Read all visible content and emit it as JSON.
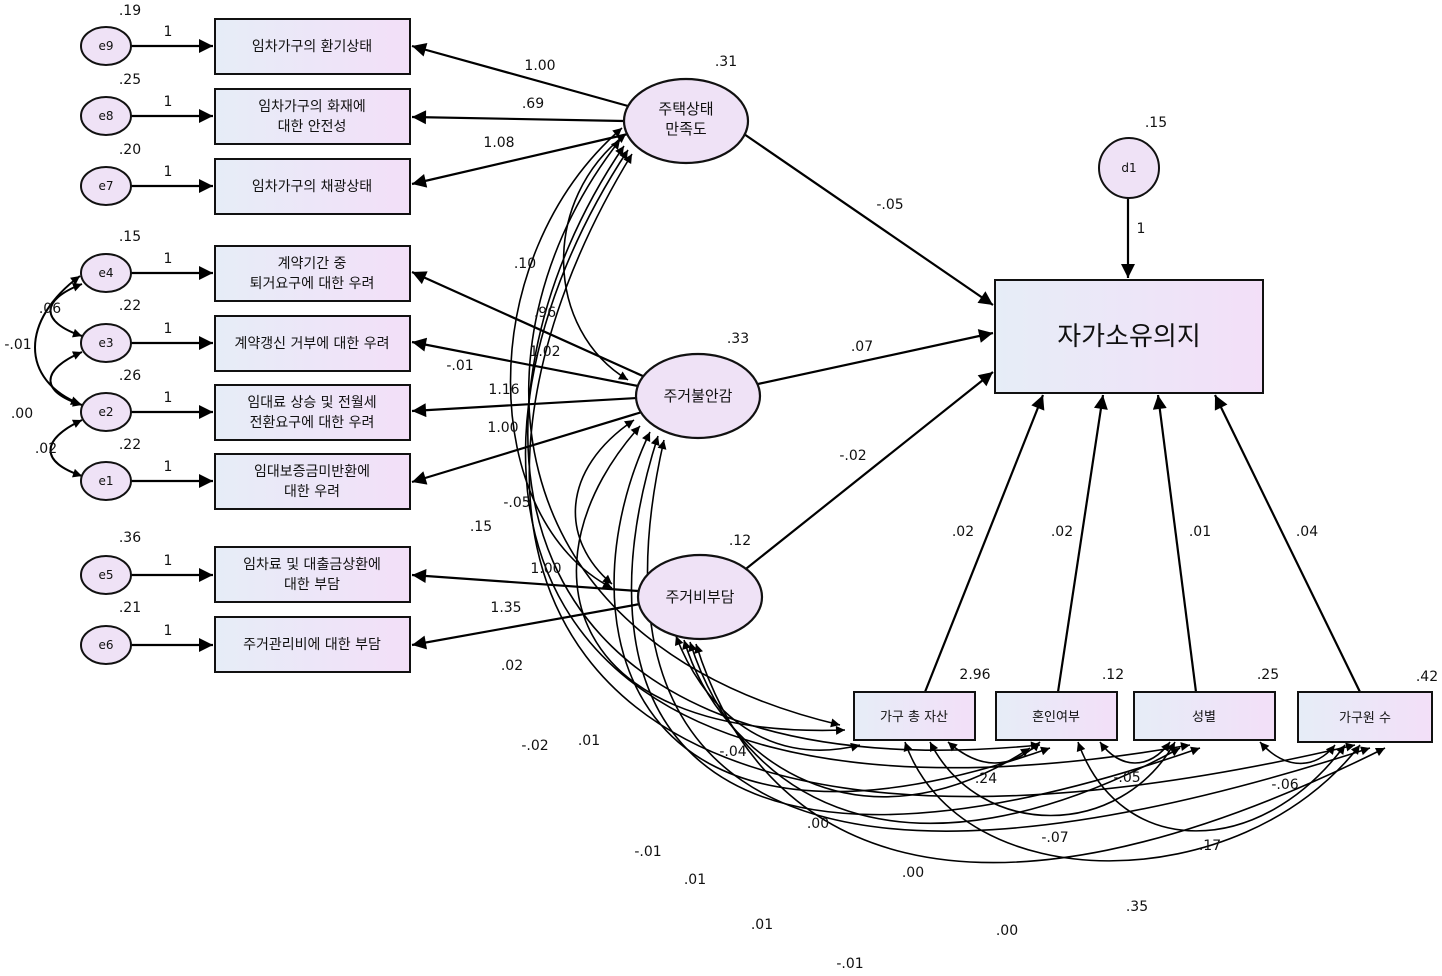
{
  "observed": [
    {
      "id": "x9",
      "label": [
        "임차가구의 환기상태"
      ]
    },
    {
      "id": "x8",
      "label": [
        "임차가구의 화재에",
        "대한 안전성"
      ]
    },
    {
      "id": "x7",
      "label": [
        "임차가구의 채광상태"
      ]
    },
    {
      "id": "x4",
      "label": [
        "계약기간 중",
        "퇴거요구에 대한 우려"
      ]
    },
    {
      "id": "x3",
      "label": [
        "계약갱신 거부에 대한 우려"
      ]
    },
    {
      "id": "x2",
      "label": [
        "임대료 상승 및 전월세",
        "전환요구에 대한 우려"
      ]
    },
    {
      "id": "x1",
      "label": [
        "임대보증금미반환에",
        "대한 우려"
      ]
    },
    {
      "id": "x5",
      "label": [
        "임차료 및 대출금상환에",
        "대한 부담"
      ]
    },
    {
      "id": "x6",
      "label": [
        "주거관리비에 대한 부담"
      ]
    }
  ],
  "errors": [
    {
      "name": "e9",
      "variance": ".19",
      "path": "1"
    },
    {
      "name": "e8",
      "variance": ".25",
      "path": "1"
    },
    {
      "name": "e7",
      "variance": ".20",
      "path": "1"
    },
    {
      "name": "e4",
      "variance": ".15",
      "path": "1"
    },
    {
      "name": "e3",
      "variance": ".22",
      "path": "1"
    },
    {
      "name": "e2",
      "variance": ".26",
      "path": "1"
    },
    {
      "name": "e1",
      "variance": ".22",
      "path": "1"
    },
    {
      "name": "e5",
      "variance": ".36",
      "path": "1"
    },
    {
      "name": "e6",
      "variance": ".21",
      "path": "1"
    }
  ],
  "error_covariances": [
    ".06",
    "-.01",
    ".00",
    ".02"
  ],
  "latents": [
    {
      "id": "L1",
      "label": [
        "주택상태",
        "만족도"
      ],
      "variance": ".31"
    },
    {
      "id": "L2",
      "label": [
        "주거불안감"
      ],
      "variance": ".33"
    },
    {
      "id": "L3",
      "label": [
        "주거비부담"
      ],
      "variance": ".12"
    }
  ],
  "loadings": [
    "1.00",
    ".69",
    "1.08",
    ".96",
    "-.01",
    "1.16",
    "1.00",
    "1.00",
    "1.35"
  ],
  "outcome": {
    "label": "자가소유의지",
    "disturbance": "d1",
    "disturbance_variance": ".15",
    "disturbance_path": "1"
  },
  "structural_paths": [
    "-.05",
    ".07",
    "-.02"
  ],
  "controls": [
    {
      "label": "가구 총 자산",
      "variance": "2.96",
      "path": ".02"
    },
    {
      "label": "혼인여부",
      "variance": ".12",
      "path": ".02"
    },
    {
      "label": "성별",
      "variance": ".25",
      "path": ".01"
    },
    {
      "label": "가구원 수",
      "variance": ".42",
      "path": ".04"
    }
  ],
  "covariance_labels": [
    ".10",
    "1.02",
    ".15",
    "-.05",
    ".02",
    "-.02",
    ".01",
    "-.01",
    ".01",
    ".01",
    "-.04",
    ".24",
    ".00",
    "-.05",
    "-.07",
    ".00",
    "-.06",
    ".17",
    ".35",
    ".00",
    "-.01"
  ],
  "colors": {
    "node_fill": "#efe2f6",
    "box_gradient_left": "#e6edf7",
    "box_gradient_right": "#f3dff8",
    "line": "#000000"
  }
}
